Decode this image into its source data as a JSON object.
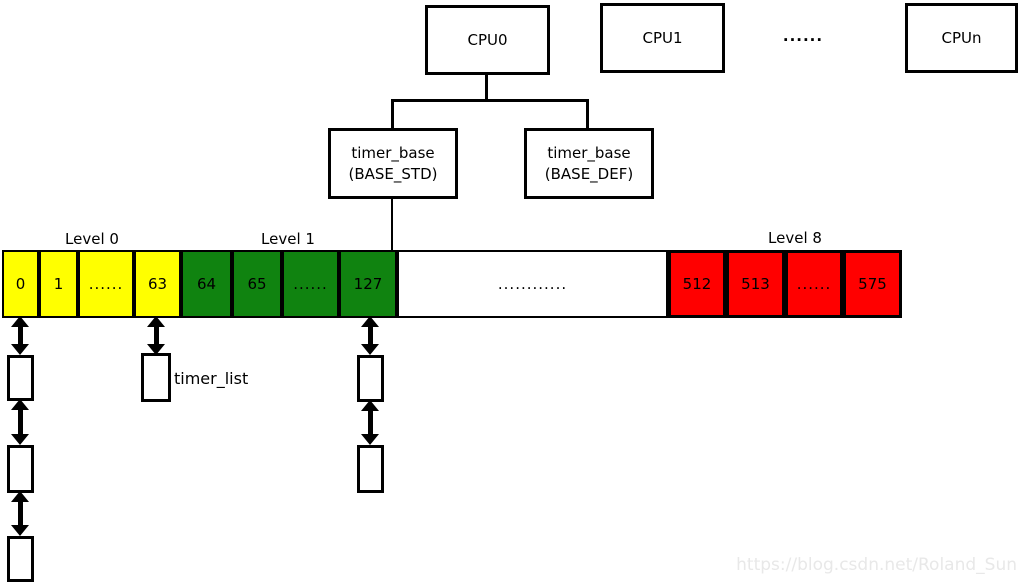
{
  "cpus": {
    "cpu0": "CPU0",
    "cpu1": "CPU1",
    "dots": "......",
    "cpun": "CPUn"
  },
  "timer_bases": {
    "std": {
      "line1": "timer_base",
      "line2": "(BASE_STD)"
    },
    "def": {
      "line1": "timer_base",
      "line2": "(BASE_DEF)"
    }
  },
  "levels": {
    "level0": "Level 0",
    "level1": "Level 1",
    "level8": "Level 8"
  },
  "wheel_cells": [
    {
      "label": "0",
      "color": "#ffff00"
    },
    {
      "label": "1",
      "color": "#ffff00"
    },
    {
      "label": "......",
      "color": "#ffff00"
    },
    {
      "label": "63",
      "color": "#ffff00"
    },
    {
      "label": "64",
      "color": "#108310"
    },
    {
      "label": "65",
      "color": "#108310"
    },
    {
      "label": "......",
      "color": "#108310"
    },
    {
      "label": "127",
      "color": "#108310"
    },
    {
      "label": "............",
      "color": "#ffffff"
    },
    {
      "label": "512",
      "color": "#ff0000"
    },
    {
      "label": "513",
      "color": "#ff0000"
    },
    {
      "label": "......",
      "color": "#ff0000"
    },
    {
      "label": "575",
      "color": "#ff0000"
    }
  ],
  "timer_list_label": "timer_list",
  "colors": {
    "level0_yellow": "#ffff00",
    "level1_green": "#108310",
    "level8_red": "#ff0000",
    "outline": "#000000",
    "watermark_gray": "#e8e8e8"
  },
  "watermark": "https://blog.csdn.net/Roland_Sun"
}
